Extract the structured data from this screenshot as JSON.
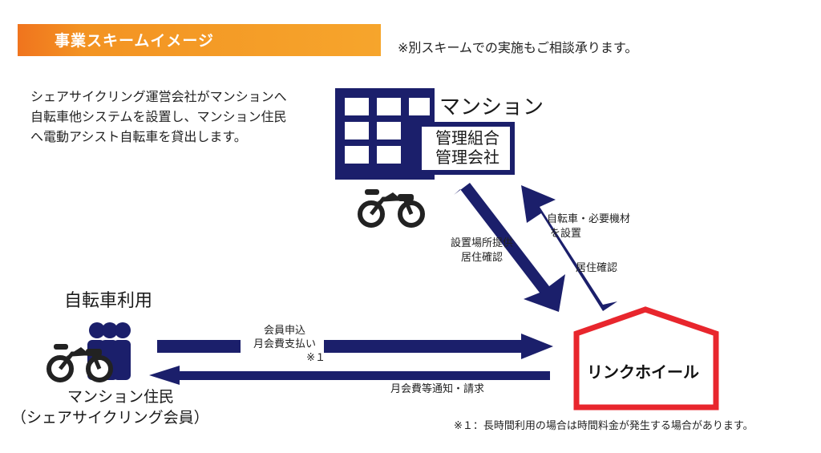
{
  "header": {
    "title": "事業スキームイメージ",
    "note": "※別スキームでの実施もご相談承ります。"
  },
  "description": {
    "lines": [
      "シェアサイクリング運営会社がマンションへ",
      "自転車他システムを設置し、マンション住民",
      "へ電動アシスト自転車を貸出します。"
    ]
  },
  "mansion": {
    "title": "マンション",
    "management_line1": "管理組合",
    "management_line2": "管理会社"
  },
  "resident": {
    "usage_title": "自転車利用",
    "label_line1": "マンション住民",
    "label_line2": "（シェアサイクリング会員）"
  },
  "arrows": {
    "top_line1": "会員申込",
    "top_line2": "月会費支払い",
    "top_line3": "※１",
    "bottom": "月会費等通知・請求",
    "diag_left_line1": "設置場所提供",
    "diag_left_line2": "居住確認",
    "diag_right_line1": "自転車・必要機材",
    "diag_right_line2": "を設置",
    "diag_right_line3": "居住確認"
  },
  "company": {
    "name": "リンクホイール"
  },
  "footnote": "※１：長時間利用の場合は時間料金が発生する場合があります。",
  "colors": {
    "navy": "#1b1f6b",
    "orange": "#f39322",
    "red": "#e8262d"
  }
}
